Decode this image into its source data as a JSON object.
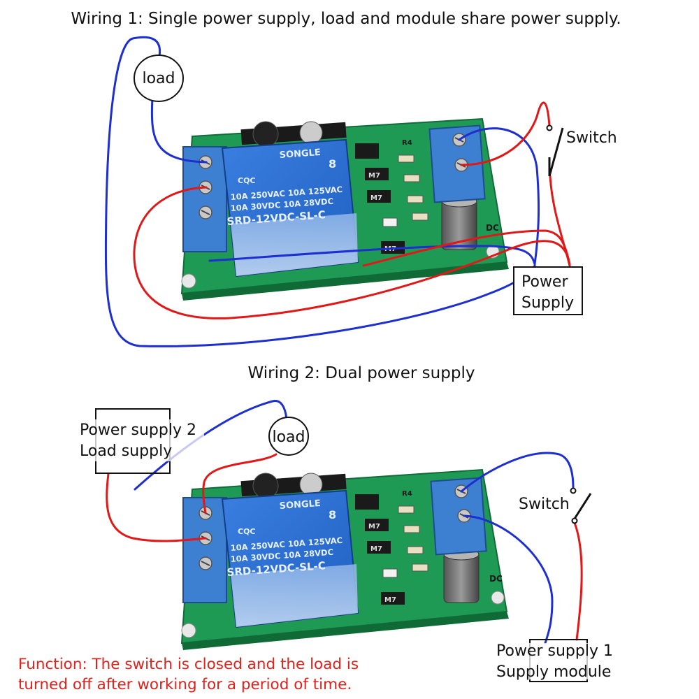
{
  "titles": {
    "wiring1": "Wiring 1: Single power supply, load and module share power supply.",
    "wiring2": "Wiring 2: Dual power supply"
  },
  "labels": {
    "load": "load",
    "switch": "Switch",
    "power_supply_line1": "Power",
    "power_supply_line2": "Supply",
    "ps2_line1": "Power supply 2",
    "ps2_line2": "Load supply",
    "ps1_line1": "Power supply 1",
    "ps1_line2": "Supply module"
  },
  "relay": {
    "brand": "SONGLE",
    "line1": "10A 250VAC  10A 125VAC",
    "line2": "10A 30VDC  10A 28VDC",
    "model": "SRD-12VDC-SL-C",
    "number": "8",
    "cert": "CQC"
  },
  "board": {
    "chip": "M7",
    "dc_label": "DC",
    "r4_label": "R4"
  },
  "function_note": {
    "line1": "Function: The switch is closed and the load is",
    "line2": "turned off after working for a period of time."
  },
  "colors": {
    "pcb": "#1f9a55",
    "relay": "#2a6fd6",
    "terminal": "#3d7fd1",
    "wire_red": "#e01818",
    "wire_blue": "#1d2fd0",
    "note": "#e0201a"
  }
}
